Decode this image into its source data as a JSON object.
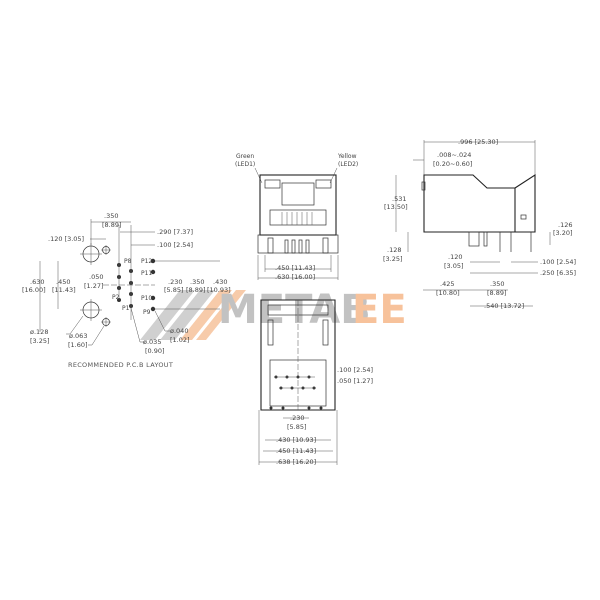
{
  "watermark": {
    "text_gray": "METAB",
    "text_orange": "EE",
    "gray_color": "#b8b8b8",
    "orange_color": "#f6b88a"
  },
  "pcb_layout": {
    "title": "RECOMMENDED P.C.B LAYOUT",
    "dims": {
      "d350": ".350",
      "d350_mm": "[8.89]",
      "d120": ".120 [3.05]",
      "d290": ".290 [7.37]",
      "d100": ".100 [2.54]",
      "d630": ".630",
      "d630_mm": "[16.00]",
      "d450": ".450",
      "d450_mm": "[11.43]",
      "d050": ".050",
      "d050_mm": "[1.27]",
      "d230": ".230",
      "d230_mm": "[5.85]",
      "d350b": ".350",
      "d350b_mm": "[8.89]",
      "d430": ".430",
      "d430_mm": "[10.93]",
      "dia128": "ø.128",
      "dia128_mm": "[3.25]",
      "dia063": "ø.063",
      "dia063_mm": "[1.60]",
      "dia035": "ø.035",
      "dia035_mm": "[0.90]",
      "dia040": "ø.040",
      "dia040_mm": "[1.02]"
    },
    "pins": [
      "P1",
      "P8",
      "P9",
      "P10",
      "P11",
      "P12",
      "P2"
    ]
  },
  "front_view": {
    "led_left": "Green",
    "led_left_id": "(LED1)",
    "led_right": "Yellow",
    "led_right_id": "(LED2)",
    "dim_inner": ".450 [11.43]",
    "dim_outer": ".630 [16.00]"
  },
  "side_view": {
    "dim_length": ".996 [25.30]",
    "dim_gap": ".008~.024",
    "dim_gap_mm": "[0.20~0.60]",
    "dim_height": ".531",
    "dim_height_mm": "[13.50]",
    "dim_126": ".126",
    "dim_126_mm": "[3.20]",
    "dim_128": ".128",
    "dim_128_mm": "[3.25]",
    "dim_120": ".120",
    "dim_120_mm": "[3.05]",
    "dim_100": ".100 [2.54]",
    "dim_250": ".250 [6.35]",
    "dim_425": ".425",
    "dim_425_mm": "[10.80]",
    "dim_350": ".350",
    "dim_350_mm": "[8.89]",
    "dim_540": ".540 [13.72]"
  },
  "bottom_view": {
    "dim_100": ".100 [2.54]",
    "dim_050": ".050 [1.27]",
    "dim_230": ".230",
    "dim_230_mm": "[5.85]",
    "dim_430": ".430 [10.93]",
    "dim_450": ".450 [11.43]",
    "dim_638": ".638 [16.20]"
  }
}
